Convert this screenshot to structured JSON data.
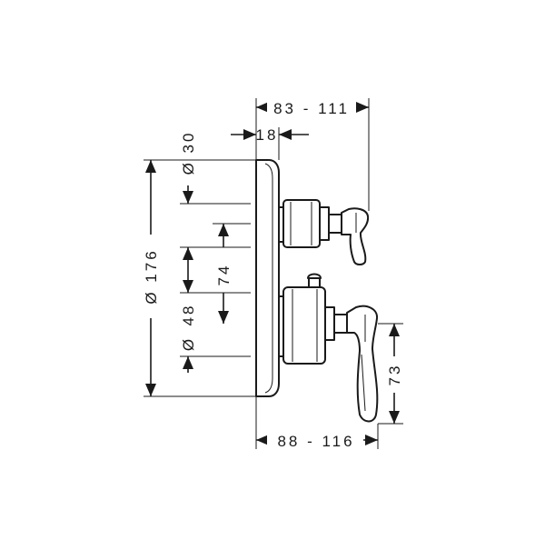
{
  "dimensions": {
    "top_depth": "83 - 111",
    "plate_offset": "18",
    "dia_top": "Ø 30",
    "dia_plate": "Ø 176",
    "center_spacing": "74",
    "dia_lower": "Ø 48",
    "handle_drop": "73",
    "bottom_depth": "88 - 116"
  },
  "colors": {
    "line": "#1a1a1a",
    "background": "#ffffff"
  }
}
